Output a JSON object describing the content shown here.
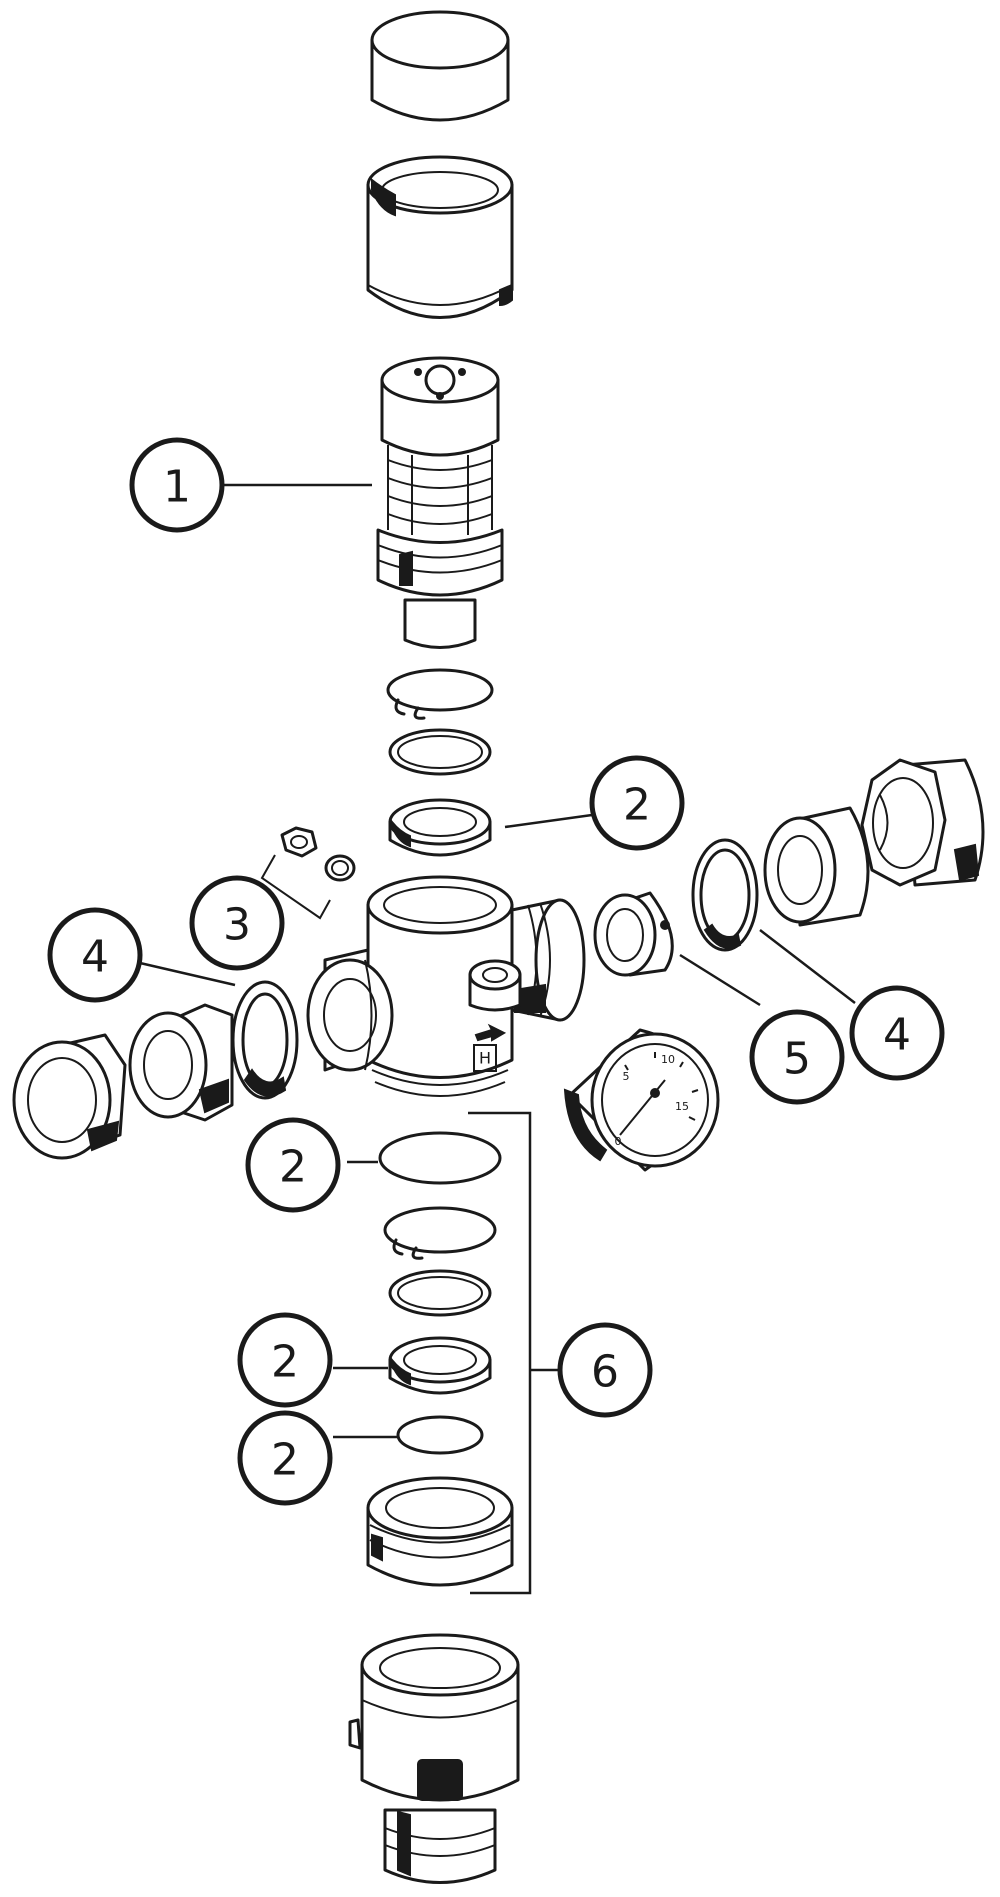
{
  "callouts": [
    {
      "id": "c1",
      "label": "1"
    },
    {
      "id": "c2a",
      "label": "2"
    },
    {
      "id": "c3",
      "label": "3"
    },
    {
      "id": "c4a",
      "label": "4"
    },
    {
      "id": "c5",
      "label": "5"
    },
    {
      "id": "c4b",
      "label": "4"
    },
    {
      "id": "c2b",
      "label": "2"
    },
    {
      "id": "c6",
      "label": "6"
    },
    {
      "id": "c2c",
      "label": "2"
    },
    {
      "id": "c2d",
      "label": "2"
    }
  ],
  "gauge": {
    "ticks": [
      "0",
      "5",
      "10",
      "15"
    ]
  },
  "body_marking": "H",
  "colors": {
    "line": "#1a1a1a",
    "background": "#ffffff"
  }
}
